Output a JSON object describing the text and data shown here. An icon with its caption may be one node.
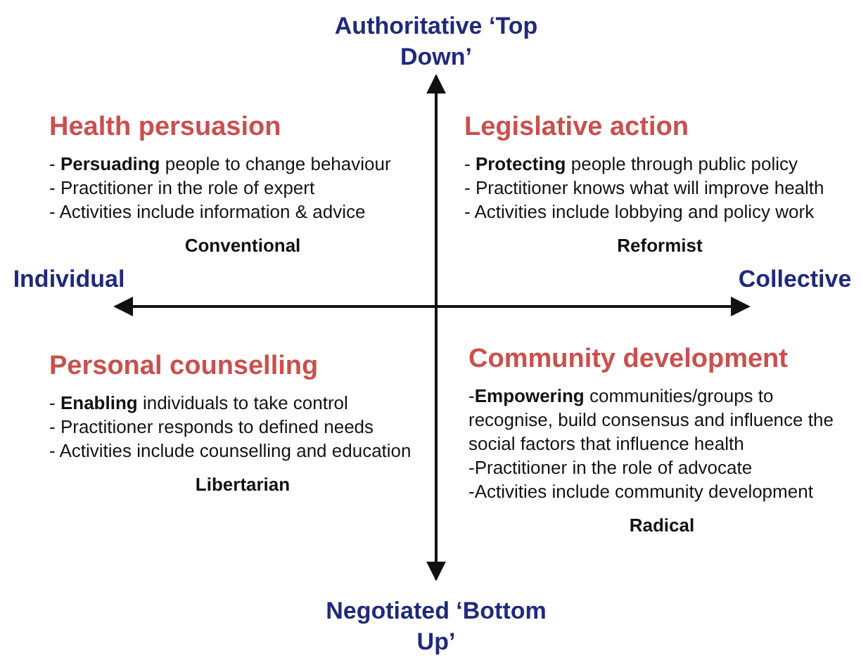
{
  "diagram": {
    "labels": [
      "Authoritative ‘Top Down’",
      "Health persuasion",
      "- **Persuading** people to change behaviour",
      "- Practitioner in the role of expert",
      "- Activities include information & advice",
      "Conventional",
      "Legislative action",
      "- **Protecting** people through public policy",
      "- Practitioner knows what will improve health",
      "- Activities include lobbying and policy work",
      "Reformist",
      "Individual",
      "Collective",
      "Personal counselling",
      "- **Enabling** individuals to take control",
      "- Practitioner responds to defined needs",
      "- Activities include counselling and education",
      "Libertarian",
      "Community development",
      "-**Empowering** communities/groups to recognise, build consensus and influence the social factors that influence health",
      "-Practitioner in the role of advocate",
      "-Activities include community development",
      "Radical",
      "Negotiated ‘Bottom Up’"
    ]
  }
}
